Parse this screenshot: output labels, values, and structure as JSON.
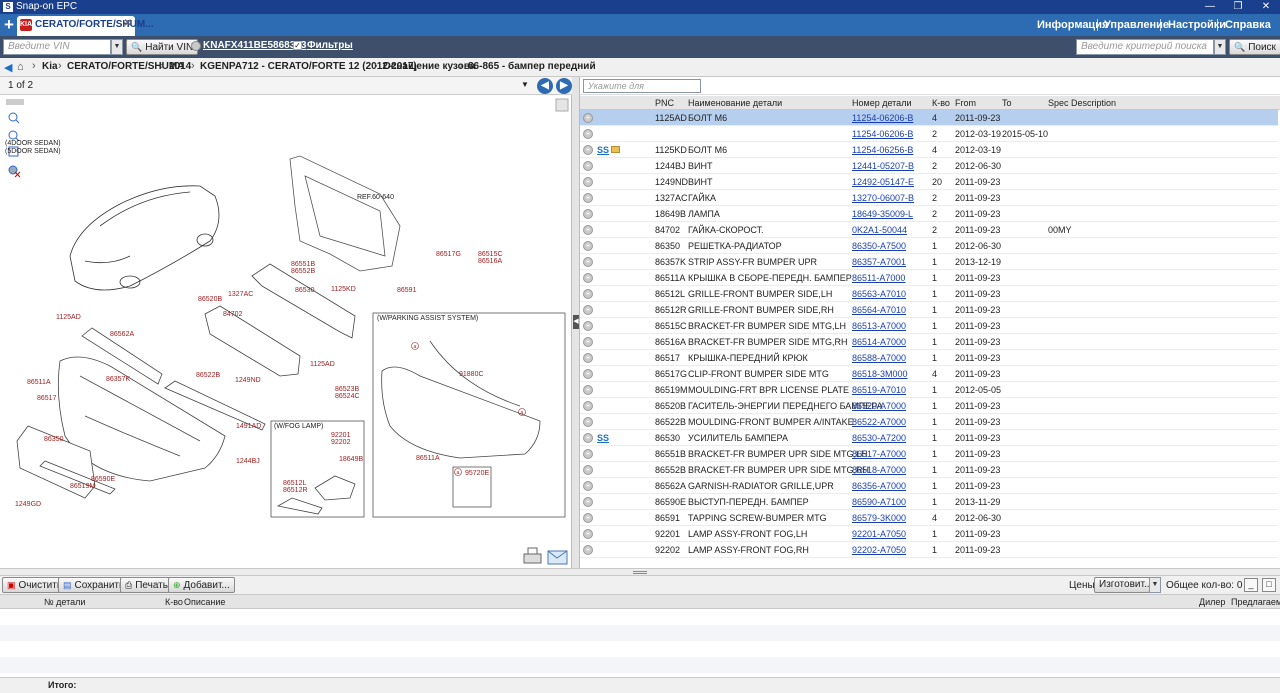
{
  "window": {
    "title": "Snap-on EPC",
    "app_icon": "snapon-icon",
    "controls": [
      "—",
      "❐",
      "✕"
    ]
  },
  "tabs": {
    "new_tab": "+",
    "active_tab": "CERATO/FORTE/SHUM...",
    "tab_icon_text": "KIA"
  },
  "menu": {
    "items": [
      "Информация",
      "Управление",
      "Настройки",
      "Справка"
    ]
  },
  "toolbar": {
    "vin_placeholder": "Введите VIN",
    "find_vin_label": "Найти VIN",
    "vin_value": "KNAFX411BE5868353",
    "filters_label": "Фильтры",
    "search_placeholder": "Введите критерий поиска",
    "search_label": "Поиск"
  },
  "breadcrumb": {
    "items": [
      "Kia",
      "CERATO/FORTE/SHUMA",
      "2014",
      "KGENPA712 - CERATO/FORTE 12 (2012-2017)",
      "Оснащение кузова",
      "86-865 - бампер передний"
    ]
  },
  "diagram": {
    "pager": "1 of 2",
    "variant_lines": [
      "(4DOOR SEDAN)",
      "(5DOOR SEDAN)"
    ],
    "ref_label": "REF.60-640",
    "callouts": {
      "c86551B": "86551B",
      "c86552B": "86552B",
      "c86517G": "86517G",
      "c86515C": "86515C",
      "c86516A": "86516A",
      "c86591": "86591",
      "c1327AC": "1327AC",
      "c86530": "86530",
      "c1125KD": "1125KD",
      "c86520B": "86520B",
      "c84702": "84702",
      "c1125AD": "1125AD",
      "c86562A": "86562A",
      "c1125AD_b": "1125AD",
      "c86357K": "86357K",
      "c86522B": "86522B",
      "c1249ND": "1249ND",
      "c86511A": "86511A",
      "c86517": "86517",
      "c86523B": "86523B",
      "c86524C": "86524C",
      "c1491AD": "1491AD",
      "c86350": "86350",
      "c1244BJ": "1244BJ",
      "c86590E": "86590E",
      "c86519M": "86519M",
      "c1249GD": "1249GD",
      "c92201": "92201",
      "c92202": "92202",
      "c18649B": "18649B",
      "c86512L": "86512L",
      "c86512R": "86512R",
      "c91880C": "91880C",
      "c86511A_b": "86511A",
      "c95720E": "95720E",
      "a1": "a",
      "a2": "a",
      "a3": "a"
    },
    "parking_box_title": "(W/PARKING ASSIST SYSTEM)",
    "fog_box_title": "(W/FOG LAMP)"
  },
  "parts_table": {
    "filter_placeholder": "Укажите для ограничения",
    "columns": [
      "PNC",
      "Наименование детали",
      "Номер детали",
      "К-во",
      "From",
      "To",
      "Spec Description"
    ],
    "rows": [
      {
        "ss": "",
        "folder": false,
        "pnc": "1125AD",
        "name": "БОЛТ М6",
        "part": "11254-06206-B",
        "qty": "4",
        "from": "2011-09-23",
        "to": "",
        "spec": "",
        "selected": true
      },
      {
        "ss": "",
        "folder": false,
        "pnc": "",
        "name": "",
        "part": "11254-06206-B",
        "qty": "2",
        "from": "2012-03-19",
        "to": "2015-05-10",
        "spec": "",
        "selected": false
      },
      {
        "ss": "SS",
        "folder": true,
        "pnc": "1125KD",
        "name": "БОЛТ М6",
        "part": "11254-06256-B",
        "qty": "4",
        "from": "2012-03-19",
        "to": "",
        "spec": "",
        "selected": false
      },
      {
        "ss": "",
        "folder": false,
        "pnc": "1244BJ",
        "name": "ВИНТ",
        "part": "12441-05207-B",
        "qty": "2",
        "from": "2012-06-30",
        "to": "",
        "spec": "",
        "selected": false
      },
      {
        "ss": "",
        "folder": false,
        "pnc": "1249ND",
        "name": "ВИНТ",
        "part": "12492-05147-E",
        "qty": "20",
        "from": "2011-09-23",
        "to": "",
        "spec": "",
        "selected": false
      },
      {
        "ss": "",
        "folder": false,
        "pnc": "1327AC",
        "name": "ГАЙКА",
        "part": "13270-06007-B",
        "qty": "2",
        "from": "2011-09-23",
        "to": "",
        "spec": "",
        "selected": false
      },
      {
        "ss": "",
        "folder": false,
        "pnc": "18649B",
        "name": "ЛАМПА",
        "part": "18649-35009-L",
        "qty": "2",
        "from": "2011-09-23",
        "to": "",
        "spec": "",
        "selected": false
      },
      {
        "ss": "",
        "folder": false,
        "pnc": "84702",
        "name": "ГАЙКА-СКОРОСТ.",
        "part": "0K2A1-50044",
        "qty": "2",
        "from": "2011-09-23",
        "to": "",
        "spec": "00MY",
        "selected": false
      },
      {
        "ss": "",
        "folder": false,
        "pnc": "86350",
        "name": "РЕШЕТКА-РАДИАТОР",
        "part": "86350-A7500",
        "qty": "1",
        "from": "2012-06-30",
        "to": "",
        "spec": "",
        "selected": false
      },
      {
        "ss": "",
        "folder": false,
        "pnc": "86357K",
        "name": "STRIP ASSY-FR BUMPER UPR",
        "part": "86357-A7001",
        "qty": "1",
        "from": "2013-12-19",
        "to": "",
        "spec": "",
        "selected": false
      },
      {
        "ss": "",
        "folder": false,
        "pnc": "86511A",
        "name": "КРЫШКА В СБОРЕ-ПЕРЕДН. БАМПЕР",
        "part": "86511-A7000",
        "qty": "1",
        "from": "2011-09-23",
        "to": "",
        "spec": "",
        "selected": false
      },
      {
        "ss": "",
        "folder": false,
        "pnc": "86512L",
        "name": "GRILLE-FRONT BUMPER SIDE,LH",
        "part": "86563-A7010",
        "qty": "1",
        "from": "2011-09-23",
        "to": "",
        "spec": "",
        "selected": false
      },
      {
        "ss": "",
        "folder": false,
        "pnc": "86512R",
        "name": "GRILLE-FRONT BUMPER SIDE,RH",
        "part": "86564-A7010",
        "qty": "1",
        "from": "2011-09-23",
        "to": "",
        "spec": "",
        "selected": false
      },
      {
        "ss": "",
        "folder": false,
        "pnc": "86515C",
        "name": "BRACKET-FR BUMPER SIDE MTG,LH",
        "part": "86513-A7000",
        "qty": "1",
        "from": "2011-09-23",
        "to": "",
        "spec": "",
        "selected": false
      },
      {
        "ss": "",
        "folder": false,
        "pnc": "86516A",
        "name": "BRACKET-FR BUMPER SIDE MTG,RH",
        "part": "86514-A7000",
        "qty": "1",
        "from": "2011-09-23",
        "to": "",
        "spec": "",
        "selected": false
      },
      {
        "ss": "",
        "folder": false,
        "pnc": "86517",
        "name": "КРЫШКА-ПЕРЕДНИЙ КРЮК",
        "part": "86588-A7000",
        "qty": "1",
        "from": "2011-09-23",
        "to": "",
        "spec": "",
        "selected": false
      },
      {
        "ss": "",
        "folder": false,
        "pnc": "86517G",
        "name": "CLIP-FRONT BUMPER SIDE MTG",
        "part": "86518-3M000",
        "qty": "4",
        "from": "2011-09-23",
        "to": "",
        "spec": "",
        "selected": false
      },
      {
        "ss": "",
        "folder": false,
        "pnc": "86519M",
        "name": "MOULDING-FRT BPR LICENSE PLATE",
        "part": "86519-A7010",
        "qty": "1",
        "from": "2012-05-05",
        "to": "",
        "spec": "",
        "selected": false
      },
      {
        "ss": "",
        "folder": false,
        "pnc": "86520B",
        "name": "ГАСИТЕЛЬ-ЭНЕРГИИ ПЕРЕДНЕГО БАМПЕРА",
        "part": "86520-A7000",
        "qty": "1",
        "from": "2011-09-23",
        "to": "",
        "spec": "",
        "selected": false
      },
      {
        "ss": "",
        "folder": false,
        "pnc": "86522B",
        "name": "MOULDING-FRONT BUMPER A/INTAKE",
        "part": "86522-A7000",
        "qty": "1",
        "from": "2011-09-23",
        "to": "",
        "spec": "",
        "selected": false
      },
      {
        "ss": "SS",
        "folder": false,
        "pnc": "86530",
        "name": "УСИЛИТЕЛЬ БАМПЕРА",
        "part": "86530-A7200",
        "qty": "1",
        "from": "2011-09-23",
        "to": "",
        "spec": "",
        "selected": false
      },
      {
        "ss": "",
        "folder": false,
        "pnc": "86551B",
        "name": "BRACKET-FR BUMPER UPR SIDE MTG,LH",
        "part": "86517-A7000",
        "qty": "1",
        "from": "2011-09-23",
        "to": "",
        "spec": "",
        "selected": false
      },
      {
        "ss": "",
        "folder": false,
        "pnc": "86552B",
        "name": "BRACKET-FR BUMPER UPR SIDE MTG,RH",
        "part": "86518-A7000",
        "qty": "1",
        "from": "2011-09-23",
        "to": "",
        "spec": "",
        "selected": false
      },
      {
        "ss": "",
        "folder": false,
        "pnc": "86562A",
        "name": "GARNISH-RADIATOR GRILLE,UPR",
        "part": "86356-A7000",
        "qty": "1",
        "from": "2011-09-23",
        "to": "",
        "spec": "",
        "selected": false
      },
      {
        "ss": "",
        "folder": false,
        "pnc": "86590E",
        "name": "ВЫСТУП-ПЕРЕДН. БАМПЕР",
        "part": "86590-A7100",
        "qty": "1",
        "from": "2013-11-29",
        "to": "",
        "spec": "",
        "selected": false
      },
      {
        "ss": "",
        "folder": false,
        "pnc": "86591",
        "name": "TAPPING SCREW-BUMPER MTG",
        "part": "86579-3K000",
        "qty": "4",
        "from": "2012-06-30",
        "to": "",
        "spec": "",
        "selected": false
      },
      {
        "ss": "",
        "folder": false,
        "pnc": "92201",
        "name": "LAMP ASSY-FRONT FOG,LH",
        "part": "92201-A7050",
        "qty": "1",
        "from": "2011-09-23",
        "to": "",
        "spec": "",
        "selected": false
      },
      {
        "ss": "",
        "folder": false,
        "pnc": "92202",
        "name": "LAMP ASSY-FRONT FOG,RH",
        "part": "92202-A7050",
        "qty": "1",
        "from": "2011-09-23",
        "to": "",
        "spec": "",
        "selected": false
      }
    ]
  },
  "basket": {
    "clear_label": "Очистить",
    "save_label": "Сохранить",
    "print_label": "Печать",
    "add_label": "Добавит...",
    "prices_label": "Цены:",
    "price_mode": "Изготовит...",
    "total_qty_label": "Общее кол-во: 0",
    "columns": [
      "№ детали",
      "К-во",
      "Описание",
      "Дилер",
      "Предлагаем"
    ],
    "total_label": "Итого:"
  }
}
